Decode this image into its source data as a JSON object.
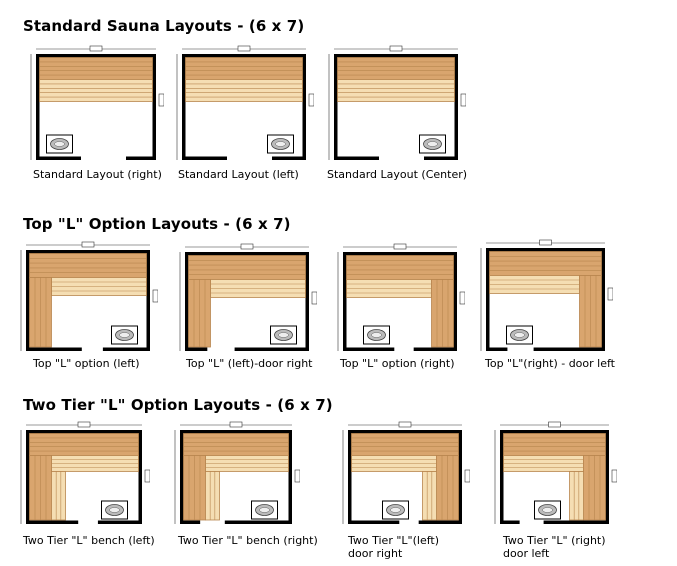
{
  "sections": [
    {
      "title": "Standard Sauna Layouts - (6 x 7)",
      "layouts": [
        {
          "caption": "Standard Layout (right)",
          "kind": "standard",
          "heater_side": "left"
        },
        {
          "caption": "Standard Layout (left)",
          "kind": "standard",
          "heater_side": "right"
        },
        {
          "caption": "Standard Layout (Center)",
          "kind": "standard",
          "heater_side": "right"
        }
      ]
    },
    {
      "title": "Top \"L\" Option Layouts - (6 x 7)",
      "layouts": [
        {
          "caption": "Top \"L\"  option (left)",
          "kind": "top-l",
          "l_side": "left"
        },
        {
          "caption": "Top \"L\" (left)-door right",
          "kind": "top-l",
          "l_side": "left"
        },
        {
          "caption": "Top \"L\" option (right)",
          "kind": "top-l",
          "l_side": "right"
        },
        {
          "caption": "Top \"L\"(right) - door left",
          "kind": "top-l",
          "l_side": "right"
        }
      ]
    },
    {
      "title": "Two Tier \"L\" Option Layouts - (6 x 7)",
      "layouts": [
        {
          "caption": "Two Tier \"L\" bench (left)",
          "kind": "two-tier-l",
          "l_side": "left"
        },
        {
          "caption": "Two Tier \"L\" bench (right)",
          "kind": "two-tier-l",
          "l_side": "left"
        },
        {
          "caption": "Two Tier \"L\"(left)\ndoor right",
          "kind": "two-tier-l",
          "l_side": "right"
        },
        {
          "caption": "Two Tier \"L\" (right)\ndoor left",
          "kind": "two-tier-l",
          "l_side": "right"
        }
      ]
    }
  ],
  "colors": {
    "wall": "#000000",
    "bench_top": "#d9a56e",
    "bench_light": "#f5deb3",
    "bench_line": "#b8864f",
    "heater_stones": "#bbbbbb"
  }
}
